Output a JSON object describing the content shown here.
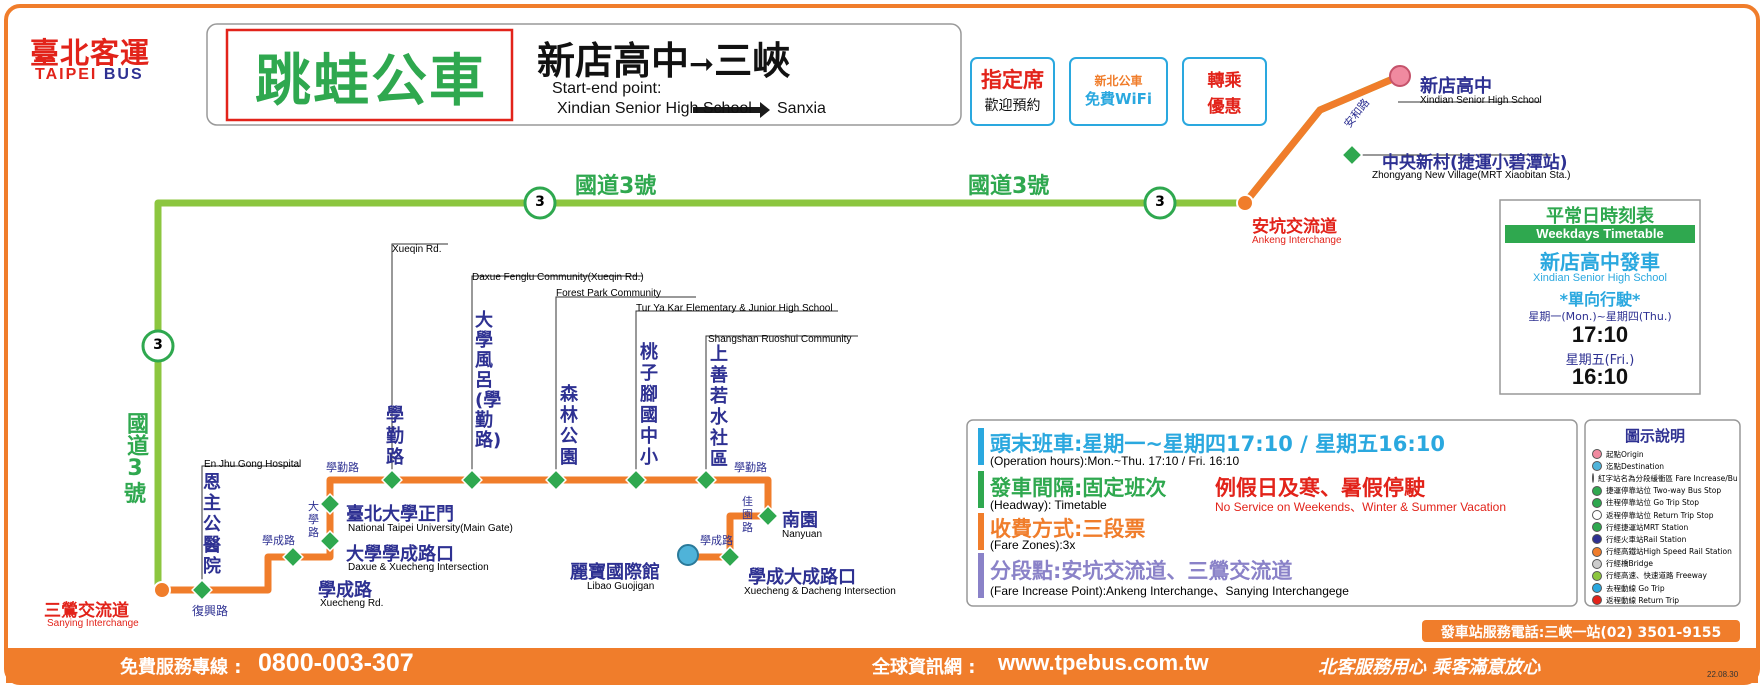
{
  "brand": {
    "name_cn": "臺北客運",
    "name_en_a": "TAIPEI",
    "name_en_b": "BUS"
  },
  "header": {
    "logo_text": "跳蛙公車",
    "route_from": "新店高中",
    "route_to": "三峽",
    "start_end_label": "Start-end point:",
    "start_end_from": "Xindian Senior High School",
    "start_end_to": "Sanxia"
  },
  "badges": [
    {
      "l1": "指定席",
      "l2": "歡迎預約"
    },
    {
      "l1": "新北公車",
      "l2": "免費WiFi"
    },
    {
      "l1": "轉乘",
      "l2": "優惠"
    }
  ],
  "highway": {
    "label": "國道3號",
    "label_v1": "國道",
    "label_v2": "3",
    "label_v3": "號",
    "shield": "3",
    "road_chip": "安坑交流道",
    "fuxing": "復興路",
    "xuecheng_rd": "學成路",
    "daxue_rd_a": "大學",
    "daxue_rd_b": "路",
    "xueqin_rd": "學勤路",
    "jiayuan_a": "佳園",
    "jiayuan_b": "路",
    "xindian_rd": "安和路",
    "xueqin_rd2": "學勤路",
    "xuecheng_rd2": "學成路"
  },
  "stops": {
    "origin_cn": "新店高中",
    "origin_en": "Xindian Senior High School",
    "zy_cn": "中央新村(捷運小碧潭站)",
    "zy_en": "Zhongyang New Village(MRT Xiaobitan Sta.)",
    "ankeng_cn": "安坑交流道",
    "ankeng_en": "Ankeng Interchange",
    "sanying_cn": "三鶯交流道",
    "sanying_en": "Sanying Interchange",
    "enzhu_cn": "恩主公醫院",
    "enzhu_en": "En Jhu Gong Hospital",
    "xuecheng_cn": "學成路",
    "xuecheng_en": "Xuecheng Rd.",
    "daxue_cn": "大學學成路口",
    "daxue_en": "Daxue & Xuecheng Intersection",
    "ntpu_cn": "臺北大學正門",
    "ntpu_en": "National Taipei University(Main Gate)",
    "xueqin_cn": "學勤路",
    "xueqin_en": "Xueqin Rd.",
    "fenglu_cn": "大學風呂(學勤路)",
    "fenglu_en": "Daxue Fenglu Community(Xueqin Rd.)",
    "forest_cn": "森林公園",
    "forest_en": "Forest Park Community",
    "taoziyao_cn": "桃子腳國中小",
    "taoziyao_en": "Tur Ya Kar Elementary & Junior High School",
    "shangshan_cn": "上善若水社區",
    "shangshan_en": "Shangshan Ruoshui Community",
    "nanyuan_cn": "南園",
    "nanyuan_en": "Nanyuan",
    "dacheng_cn": "學成大成路口",
    "dacheng_en": "Xuecheng & Dacheng Intersection",
    "libao_cn": "麗寶國際館",
    "libao_en": "Libao Guojigan"
  },
  "timetable": {
    "title_cn": "平常日時刻表",
    "title_en": "Weekdays Timetable",
    "depart_cn": "新店高中發車",
    "depart_en": "Xindian Senior High School",
    "oneway": "*單向行駛*",
    "mon_thu": "星期一(Mon.)~星期四(Thu.)",
    "time1": "17:10",
    "fri": "星期五(Fri.)",
    "time2": "16:10"
  },
  "info": {
    "hours_cn": "頭末班車:星期一~星期四17:10 / 星期五16:10",
    "hours_en": "(Operation hours):Mon.~Thu. 17:10 / Fri. 16:10",
    "headway_cn": "發車間隔:固定班次",
    "headway_en": "(Headway): Timetable",
    "noservice_cn": "例假日及寒、暑假停駛",
    "noservice_en": "No Service on Weekends、Winter & Summer Vacation",
    "fare_cn": "收費方式:三段票",
    "fare_en": "(Fare Zones):3x",
    "fip_cn": "分段點:安坑交流道、三鶯交流道",
    "fip_en": "(Fare Increase Point):Ankeng Interchange、Sanying Interchangege"
  },
  "legend": {
    "title": "圖示說明",
    "items": [
      "起點Origin",
      "迄點Destination",
      "紅字站名為分段緩衝區 Fare Increase/Buffer Zone",
      "捷運停靠站位 Two-way Bus Stop",
      "往程停靠站位 Go Trip Stop",
      "返程停靠站位 Return Trip Stop",
      "行經捷運站MRT Station",
      "行經火車站Rail Station",
      "行經高鐵站High Speed Rail Station",
      "行經橋Bridge",
      "行經高速、快速道路 Freeway",
      "去程動線 Go Trip",
      "返程動線 Return Trip"
    ]
  },
  "footer": {
    "phone_chip": "發車站服務電話:三峽一站(02) 3501-9155",
    "hotline_label": "免費服務專線 :",
    "hotline": "0800-003-307",
    "web_label": "全球資訊網 :",
    "web": "www.tpebus.com.tw",
    "slogan": "北客服務用心 乘客滿意放心",
    "date": "22.08.30"
  },
  "colors": {
    "orange": "#f07d2b",
    "green": "#8cc63f",
    "blue": "#2e3192",
    "red": "#e2231a",
    "stop_green": "#2fa84f"
  }
}
